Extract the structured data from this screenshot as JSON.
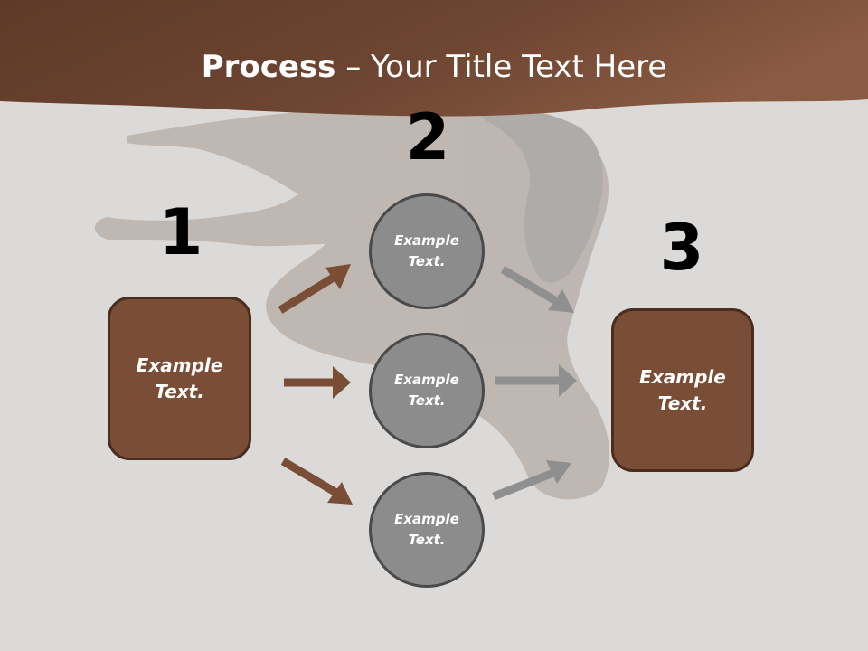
{
  "slide": {
    "title_bold": "Process",
    "title_rest": " – Your Title Text Here"
  },
  "steps": [
    {
      "number": "1",
      "lines": [
        "Example",
        "Text."
      ]
    },
    {
      "number": "2"
    },
    {
      "number": "3",
      "lines": [
        "Example",
        "Text."
      ]
    }
  ],
  "circles": [
    {
      "lines": [
        "Example",
        "Text."
      ]
    },
    {
      "lines": [
        "Example",
        "Text."
      ]
    },
    {
      "lines": [
        "Example",
        "Text."
      ]
    }
  ],
  "colors": {
    "header": "#6b4330",
    "box_fill": "#7a4e36",
    "circle_fill": "#8c8c8c",
    "arrow_left": "#7a4e36",
    "arrow_right": "#8f8f8f"
  }
}
